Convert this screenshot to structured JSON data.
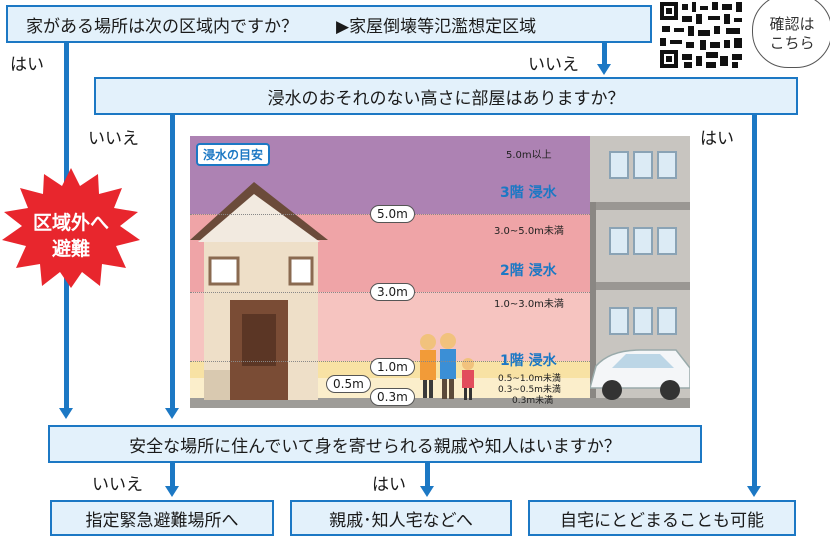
{
  "top": {
    "question": "家がある場所は次の区域内ですか？",
    "zone_link": "▶家屋倒壊等氾濫想定区域",
    "qr_note": "確認は\nこちら"
  },
  "labels": {
    "yes_left": "はい",
    "no_top": "いいえ",
    "no_mid": "いいえ",
    "yes_right": "はい",
    "no_bottom": "いいえ",
    "yes_bottom": "はい"
  },
  "question2": "浸水のおそれのない高さに部屋はありますか？",
  "evacuate_burst": [
    "区域外へ",
    "避難"
  ],
  "illustration": {
    "title": "浸水の目安",
    "bands": [
      {
        "range": "5.0m以上",
        "floor": "3階 浸水"
      },
      {
        "range": "3.0~5.0m未満",
        "floor": "2階 浸水"
      },
      {
        "range": "1.0~3.0m未満",
        "floor": "1階 浸水"
      }
    ],
    "small_ranges": [
      "0.5~1.0m未満",
      "0.3~0.5m未満",
      "0.3m未満"
    ],
    "tags": [
      "5.0m",
      "3.0m",
      "1.0m",
      "0.5m",
      "0.3m"
    ]
  },
  "question3": "安全な場所に住んでいて身を寄せられる親戚や知人はいますか？",
  "outcomes": [
    "指定緊急避難場所へ",
    "親戚･知人宅などへ",
    "自宅にとどまることも可能"
  ],
  "colors": {
    "accent": "#1c78c4",
    "box_fill": "#e3f1fb",
    "burst": "#e8262d"
  }
}
